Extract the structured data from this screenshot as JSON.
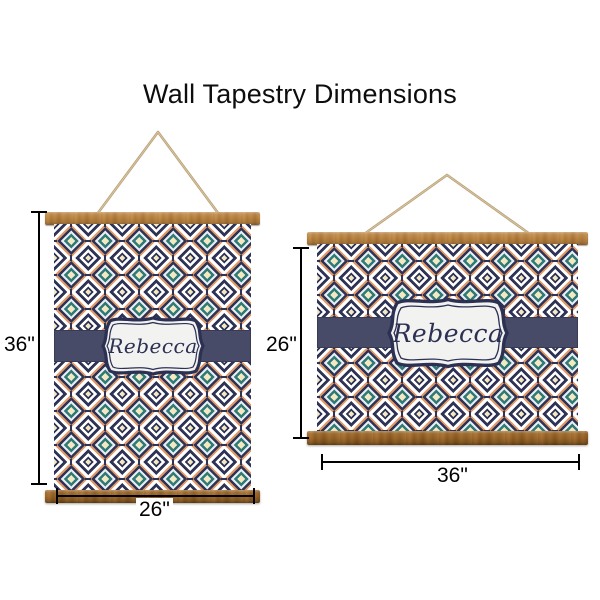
{
  "page": {
    "title": "Wall Tapestry Dimensions",
    "background_color": "#ffffff"
  },
  "colors": {
    "pattern_orange": "#e09a6a",
    "pattern_navy": "#2f3456",
    "pattern_teal": "#2f7a75",
    "pattern_cream": "#f3e7c4",
    "pattern_white": "#ffffff",
    "band_navy": "#474b68",
    "plaque_fill": "#f2f2f0",
    "plaque_border": "#2c3154",
    "rod_top_wood": "#b6813f",
    "rod_bottom_wood": "#9a6526",
    "string": "#b9a177",
    "dimension_line": "#000000",
    "text": "#000000"
  },
  "tapestries": [
    {
      "id": "tapestry-portrait",
      "name_label": "Rebecca",
      "width_label": "26\"",
      "height_label": "36\"",
      "orientation": "portrait"
    },
    {
      "id": "tapestry-landscape",
      "name_label": "Rebecca",
      "width_label": "36\"",
      "height_label": "26\"",
      "orientation": "landscape"
    }
  ],
  "dimensions": {
    "left_height": "36\"",
    "left_width": "26\"",
    "right_height": "26\"",
    "right_width": "36\""
  }
}
